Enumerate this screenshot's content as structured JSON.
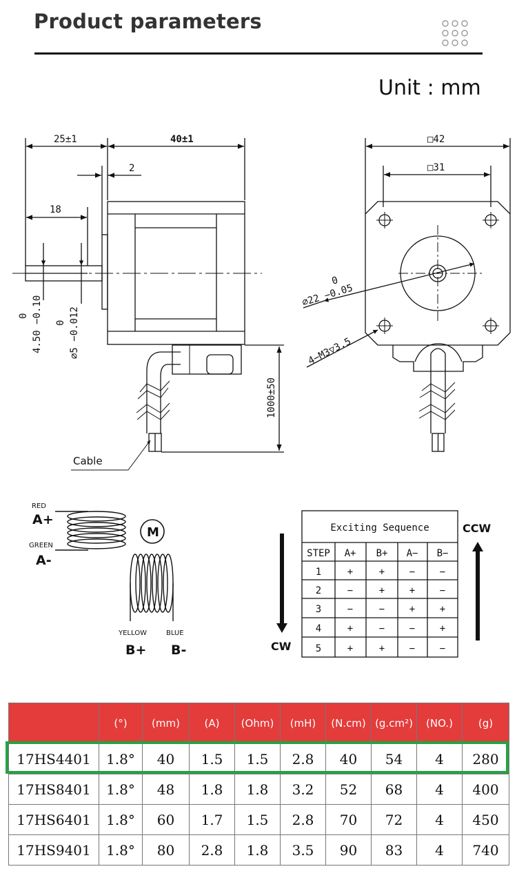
{
  "header": {
    "title": "Product parameters",
    "menu_icon": "grid-dots-icon"
  },
  "unit_label": "Unit : mm",
  "drawing": {
    "side_view": {
      "dim_25": "25±1",
      "dim_40": "40±1",
      "dim_2": "2",
      "dim_18": "18",
      "tol_450_top": "0",
      "tol_450": "4.50 −0.10",
      "tol_5_top": "0",
      "tol_5": "∅5 −0.012",
      "cable_len": "1000±50",
      "cable_label": "Cable"
    },
    "front_view": {
      "dim_42": "□42",
      "dim_31": "□31",
      "tol_22_top": "0",
      "tol_22": "∅22 −0.05",
      "screw": "4−M3▽3.5"
    }
  },
  "wiring": {
    "red": "RED",
    "a_plus": "A+",
    "green": "GREEN",
    "a_minus": "A-",
    "motor": "M",
    "yellow": "YELLOW",
    "blue": "BLUE",
    "b_plus": "B+",
    "b_minus": "B-"
  },
  "sequence": {
    "title": "Exciting Sequence",
    "headers": [
      "STEP",
      "A+",
      "B+",
      "A−",
      "B−"
    ],
    "rows": [
      [
        "1",
        "+",
        "+",
        "−",
        "−"
      ],
      [
        "2",
        "−",
        "+",
        "+",
        "−"
      ],
      [
        "3",
        "−",
        "−",
        "+",
        "+"
      ],
      [
        "4",
        "+",
        "−",
        "−",
        "+"
      ],
      [
        "5",
        "+",
        "+",
        "−",
        "−"
      ]
    ],
    "cw": "CW",
    "ccw": "CCW"
  },
  "specs": {
    "headers": [
      "",
      "(°)",
      "(mm)",
      "(A)",
      "(Ohm)",
      "(mH)",
      "(N.cm)",
      "(g.cm²)",
      "(NO.)",
      "(g)"
    ],
    "rows": [
      [
        "17HS4401",
        "1.8°",
        "40",
        "1.5",
        "1.5",
        "2.8",
        "40",
        "54",
        "4",
        "280"
      ],
      [
        "17HS8401",
        "1.8°",
        "48",
        "1.8",
        "1.8",
        "3.2",
        "52",
        "68",
        "4",
        "400"
      ],
      [
        "17HS6401",
        "1.8°",
        "60",
        "1.7",
        "1.5",
        "2.8",
        "70",
        "72",
        "4",
        "450"
      ],
      [
        "17HS9401",
        "1.8°",
        "80",
        "2.8",
        "1.8",
        "3.5",
        "90",
        "83",
        "4",
        "740"
      ]
    ],
    "highlight_color": "#26a244",
    "header_color": "#e33c3b"
  }
}
